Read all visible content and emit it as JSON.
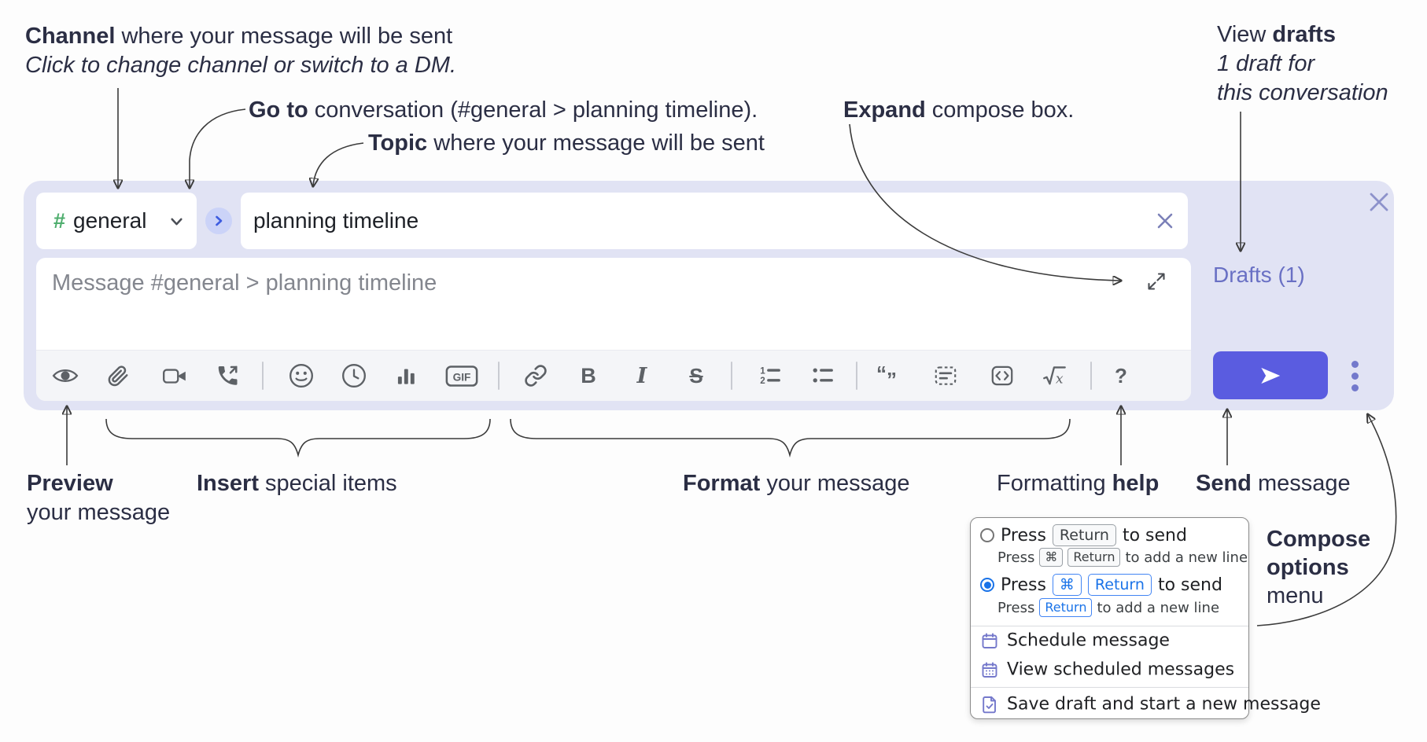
{
  "annotations": {
    "channel": {
      "bold": "Channel",
      "rest": " where your message will be sent",
      "line2": "Click to change channel or switch to a DM."
    },
    "goto": {
      "bold": "Go to",
      "rest": " conversation (#general > planning timeline)."
    },
    "topic": {
      "bold": "Topic",
      "rest": " where your message will be sent"
    },
    "expand": {
      "bold": "Expand",
      "rest": " compose box."
    },
    "view_drafts": {
      "pre": "View ",
      "bold": "drafts",
      "line2": "1 draft for",
      "line3": "this conversation"
    },
    "preview": {
      "bold": "Preview",
      "line2": "your message"
    },
    "insert": {
      "bold": "Insert",
      "rest": " special items"
    },
    "format": {
      "bold": "Format",
      "rest": " your message"
    },
    "formatting_help": {
      "pre": "Formatting ",
      "bold": "help"
    },
    "send": {
      "bold": "Send",
      "rest": " message"
    },
    "compose_options": {
      "line1": "Compose",
      "line2": "options",
      "line3": "menu"
    }
  },
  "composer": {
    "channel": {
      "hash": "#",
      "name": "general"
    },
    "topic_value": "planning timeline",
    "message_placeholder": "Message #general > planning timeline",
    "drafts_link": "Drafts (1)"
  },
  "toolbar": {
    "icons": [
      "preview-eye",
      "attach-paperclip",
      "video-clip",
      "audio-call",
      "emoji",
      "schedule-clock",
      "poll-bar-chart",
      "gif",
      "link",
      "bold",
      "italic",
      "strikethrough",
      "ordered-list",
      "bulleted-list",
      "blockquote",
      "code-block",
      "inline-code",
      "formula",
      "formatting-help"
    ],
    "gif_label": "GIF",
    "bold_label": "B",
    "italic_label": "I",
    "strike_label": "S",
    "quote_open": "“",
    "quote_close": "”",
    "formula_x": "x",
    "help_label": "?"
  },
  "popup": {
    "options": [
      {
        "selected": false,
        "pre": "Press",
        "keys": [
          "Return"
        ],
        "post": "to send",
        "sub_pre": "Press",
        "sub_keys": [
          "⌘",
          "Return"
        ],
        "sub_post": "to add a new line"
      },
      {
        "selected": true,
        "pre": "Press",
        "keys": [
          "⌘",
          "Return"
        ],
        "post": "to send",
        "sub_pre": "Press",
        "sub_keys": [
          "Return"
        ],
        "sub_post": "to add a new line"
      }
    ],
    "menu_items": [
      "Schedule message",
      "View scheduled messages",
      "Save draft and start a new message"
    ]
  },
  "colors": {
    "accent_blurple": "#5a5ce0",
    "composer_background": "#e1e3f4",
    "drafts_link": "#6970c4",
    "channel_hash_green": "#4fae6e",
    "goto_circle_bg": "#cbd3f8",
    "goto_chevron_blue": "#3d5ce0",
    "selected_radio_blue": "#1a73e8",
    "menu_icon_purple": "#7478cb",
    "toolbar_icon_gray": "#5d6166",
    "annotation_text": "#2b2e44"
  }
}
